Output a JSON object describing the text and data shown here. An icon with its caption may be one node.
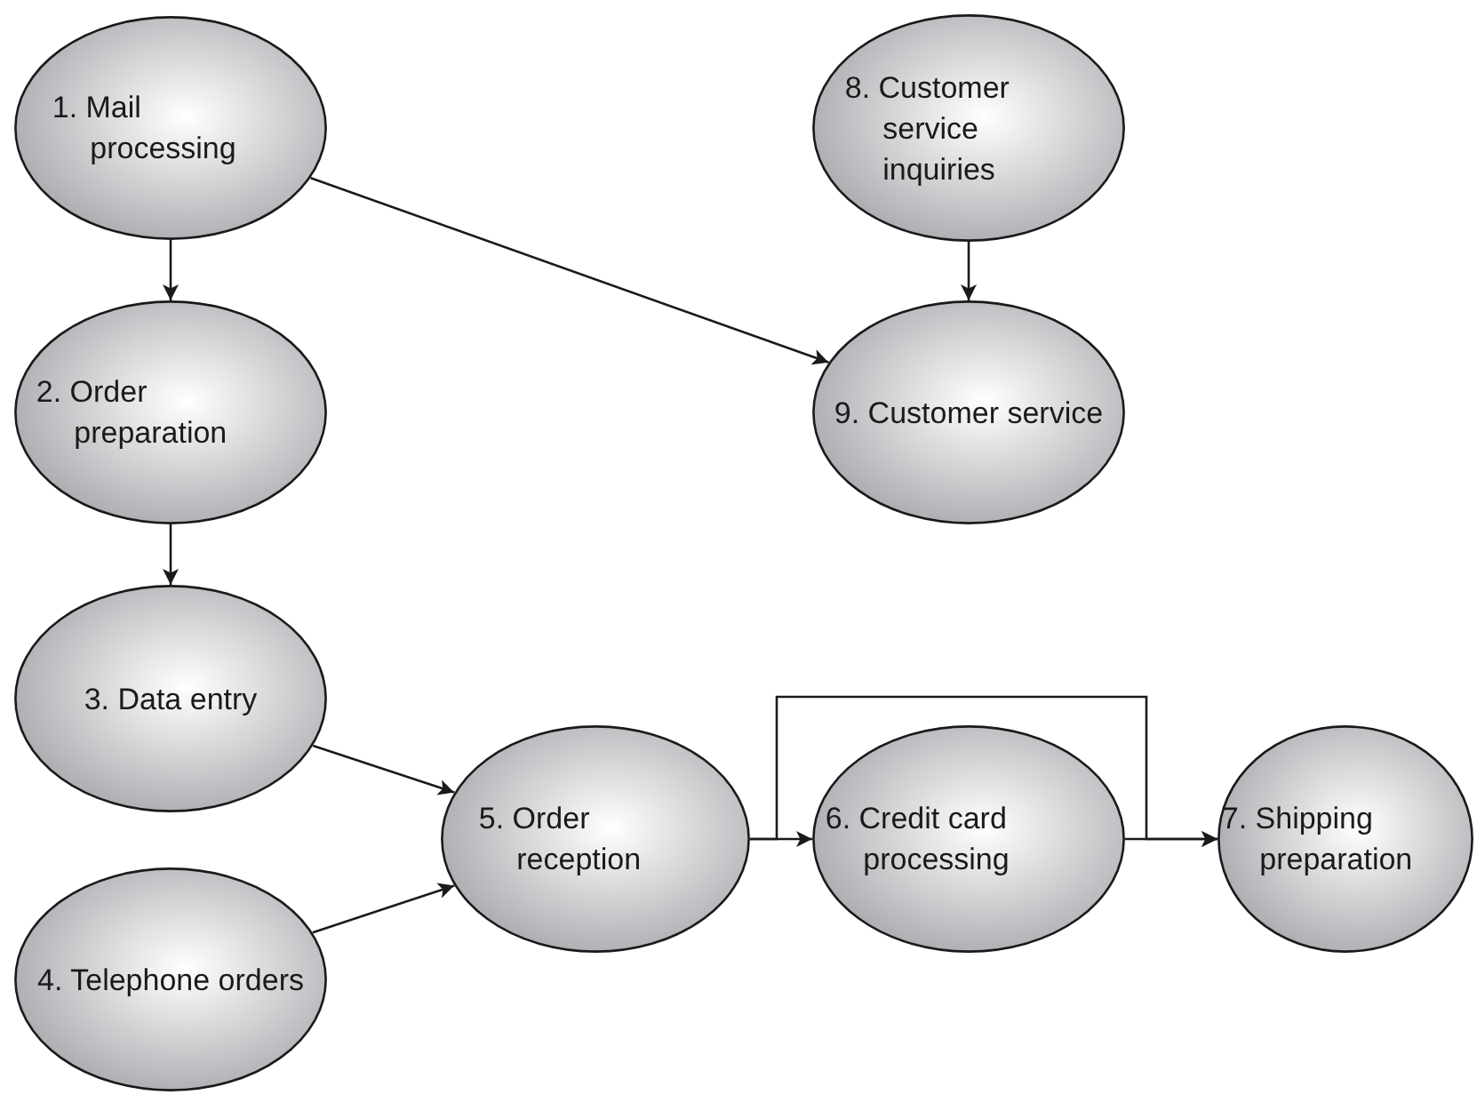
{
  "diagram": {
    "nodes": [
      {
        "text": [
          "1. Mail processing"
        ]
      },
      {
        "text": [
          "2. Order preparation"
        ]
      },
      {
        "text": [
          "3. Data entry"
        ]
      },
      {
        "text": [
          "4. Telephone orders"
        ]
      },
      {
        "text": [
          "5. Order reception"
        ]
      },
      {
        "text": [
          "6. Credit card processing"
        ]
      },
      {
        "text": [
          "7. Shipping preparation"
        ]
      },
      {
        "text": [
          "8. Customer service inquiries"
        ]
      },
      {
        "text": [
          "9. Customer service"
        ]
      }
    ],
    "edges": [
      {
        "from": 0,
        "to": 1,
        "arrow": "to"
      },
      {
        "from": 0,
        "to": 8,
        "arrow": "to"
      },
      {
        "from": 7,
        "to": 8,
        "arrow": "to"
      },
      {
        "from": 1,
        "to": 2,
        "arrow": "to"
      },
      {
        "from": 2,
        "to": 4,
        "arrow": "to"
      },
      {
        "from": 3,
        "to": 4,
        "arrow": "to"
      },
      {
        "from": 4,
        "to": 5,
        "arrow": "to"
      },
      {
        "from": 5,
        "to": 6,
        "arrow": "to"
      },
      {
        "from": 4,
        "to": 6,
        "arrow": "to"
      }
    ]
  }
}
